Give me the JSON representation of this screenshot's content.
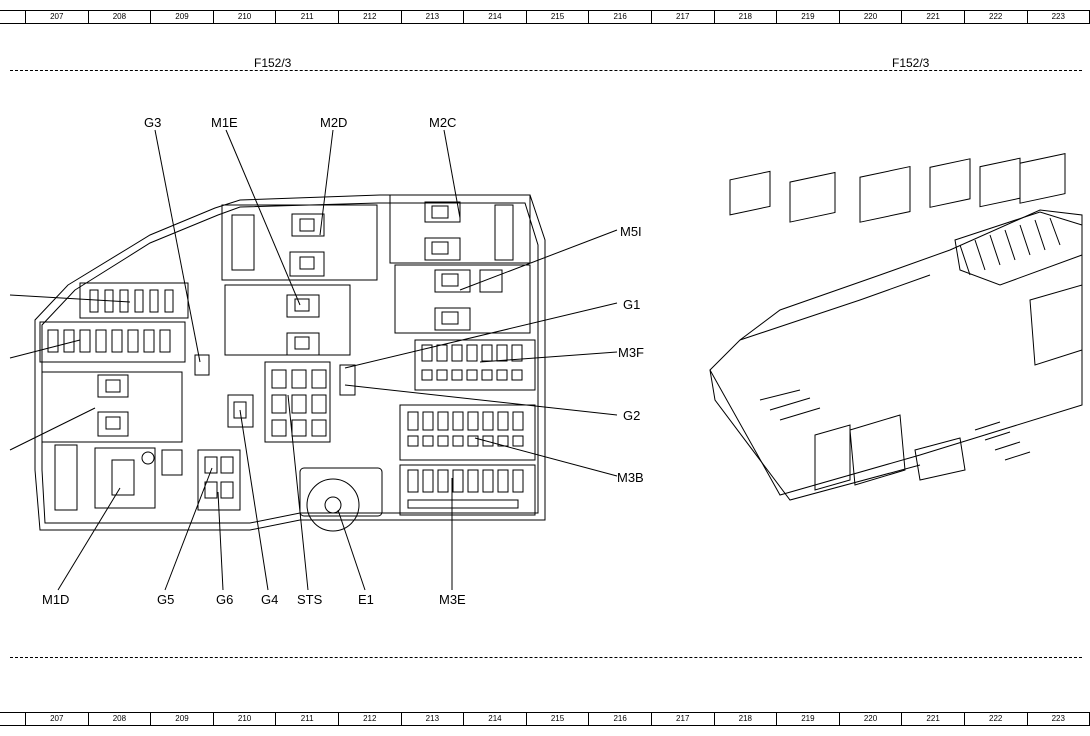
{
  "rulers": [
    "207",
    "208",
    "209",
    "210",
    "211",
    "212",
    "213",
    "214",
    "215",
    "216",
    "217",
    "218",
    "219",
    "220",
    "221",
    "222",
    "223"
  ],
  "references": {
    "left": "F152/3",
    "right": "F152/3"
  },
  "callouts": {
    "G3": "G3",
    "M1E": "M1E",
    "M2D": "M2D",
    "M2C": "M2C",
    "M5I": "M5I",
    "G1": "G1",
    "M3F": "M3F",
    "G2": "G2",
    "M3B": "M3B",
    "M1D": "M1D",
    "G5": "G5",
    "G6": "G6",
    "G4": "G4",
    "STS": "STS",
    "E1": "E1",
    "M3E": "M3E"
  }
}
